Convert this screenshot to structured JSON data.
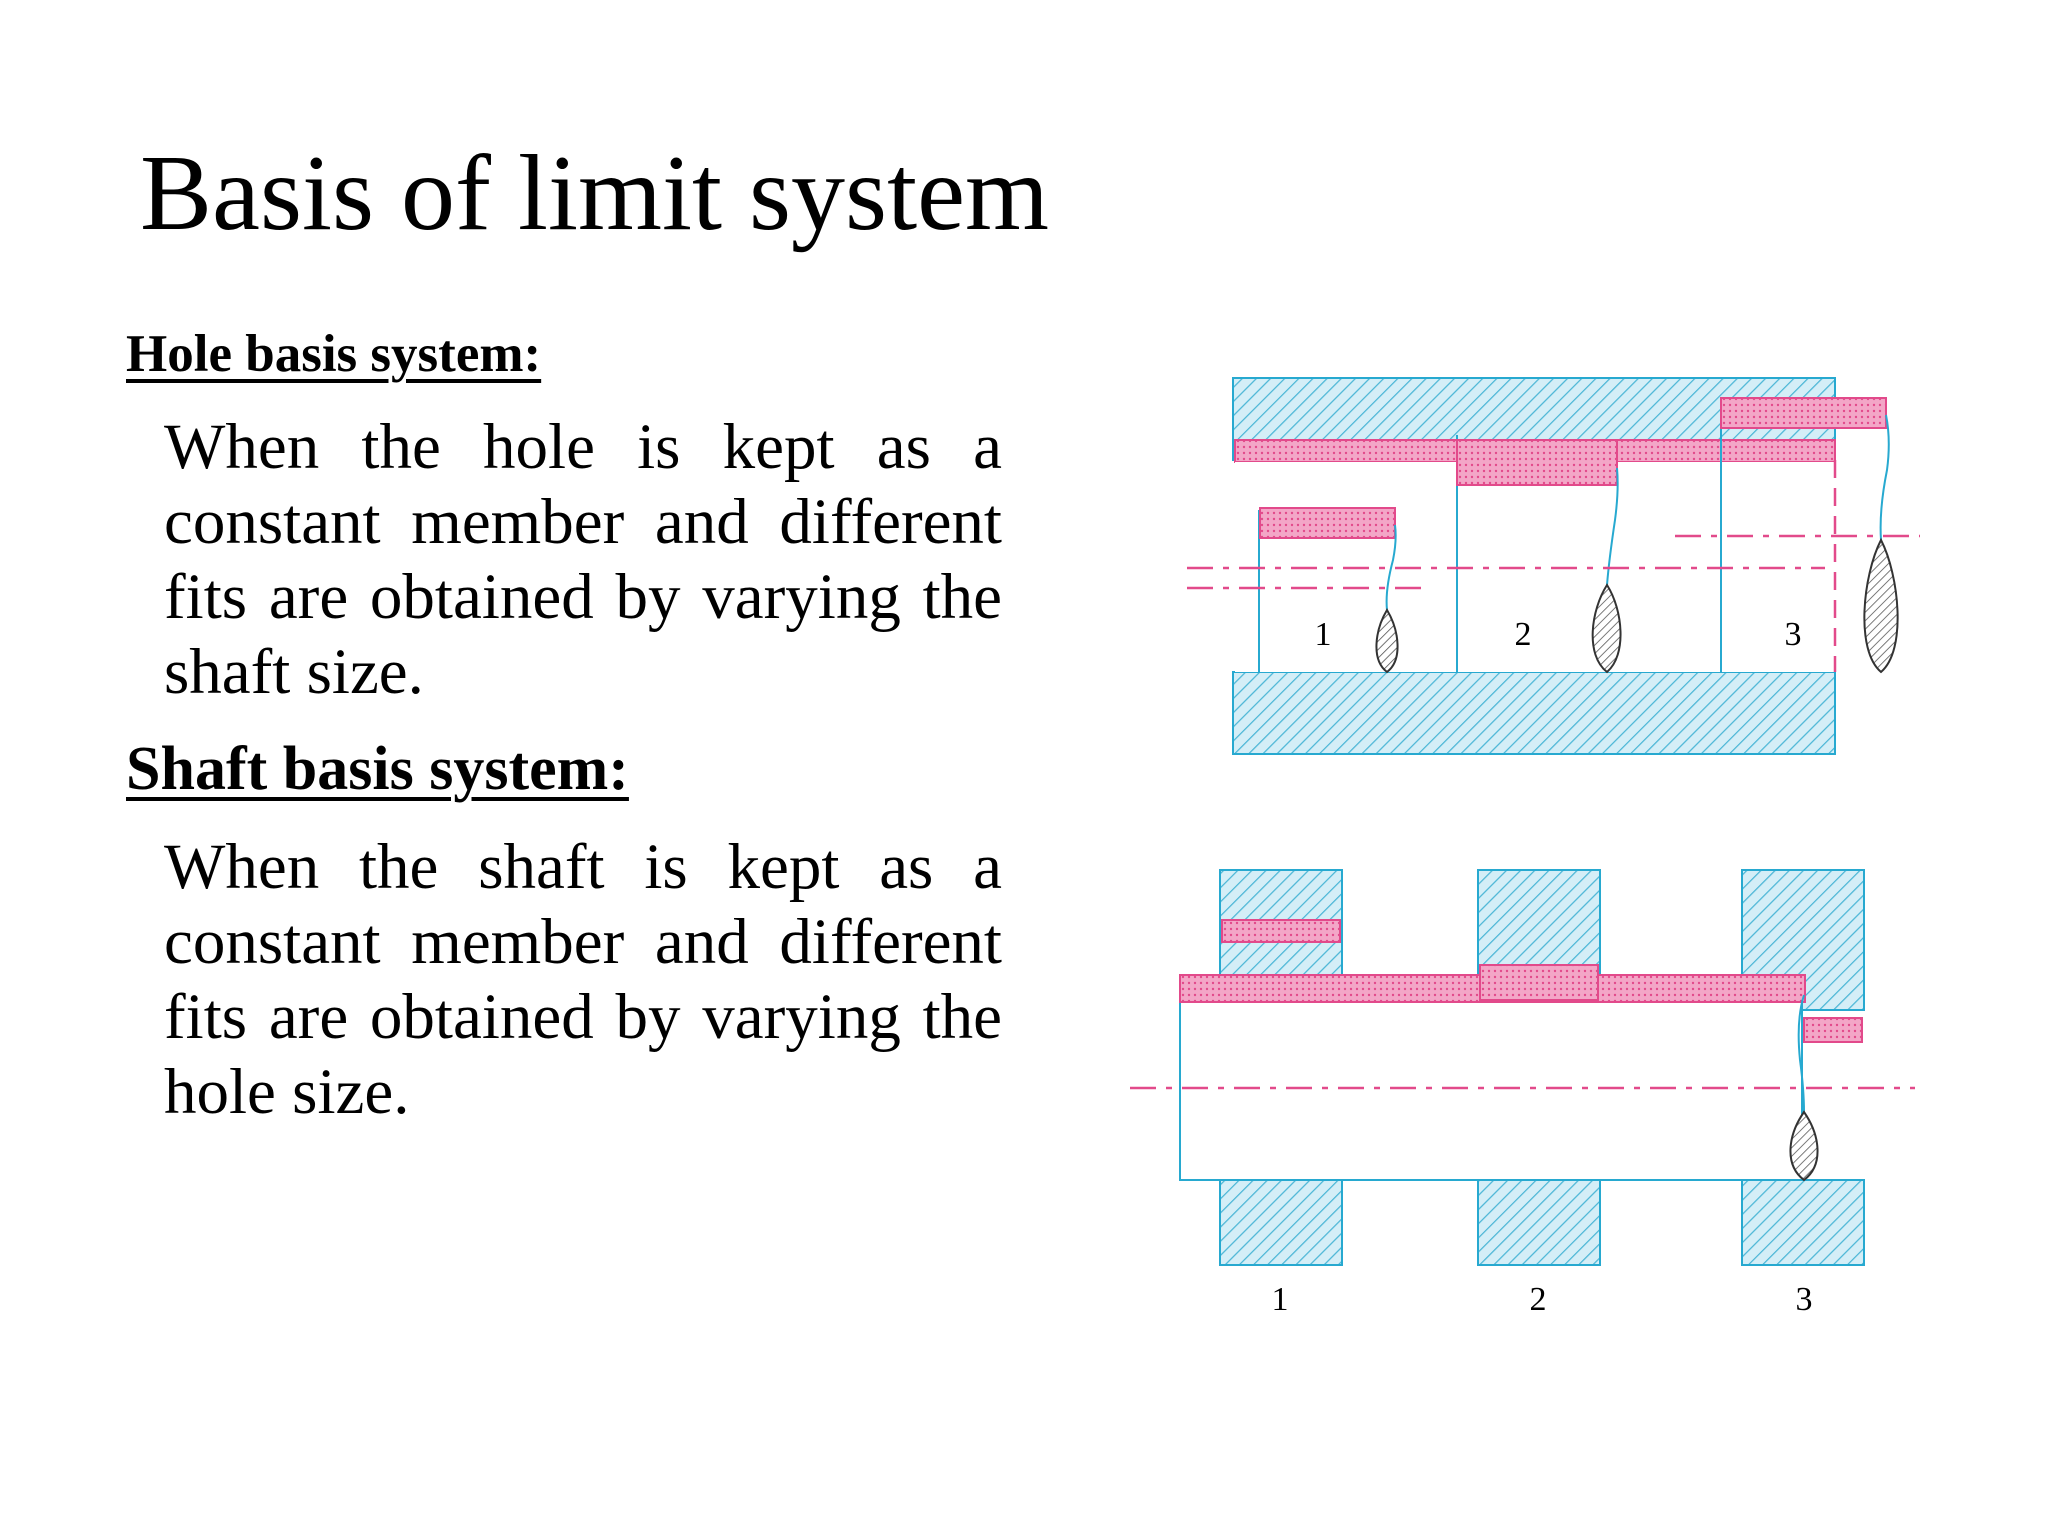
{
  "slide": {
    "title": "Basis of limit system",
    "hole_basis": {
      "heading": "Hole basis system:",
      "text": "When the hole is kept as a constant member and different fits are obtained by varying the shaft size."
    },
    "shaft_basis": {
      "heading": "Shaft basis system:",
      "text": "When the shaft is kept as a constant member and different fits are obtained by varying the hole size."
    }
  },
  "hole_basis_diagram": {
    "labels": [
      "1",
      "2",
      "3"
    ]
  },
  "shaft_basis_diagram": {
    "labels": [
      "1",
      "2",
      "3"
    ]
  },
  "colors": {
    "outline": "#27a9d0",
    "hatch_blue": "#4bb6d6",
    "hatch_fill_blue": "#d4eef7",
    "tolerance_pink": "#e24a8b",
    "tolerance_fill": "#f3a6c7",
    "centerline": "#e24a8b",
    "shaft_hatch": "#555555",
    "text": "#000000"
  }
}
